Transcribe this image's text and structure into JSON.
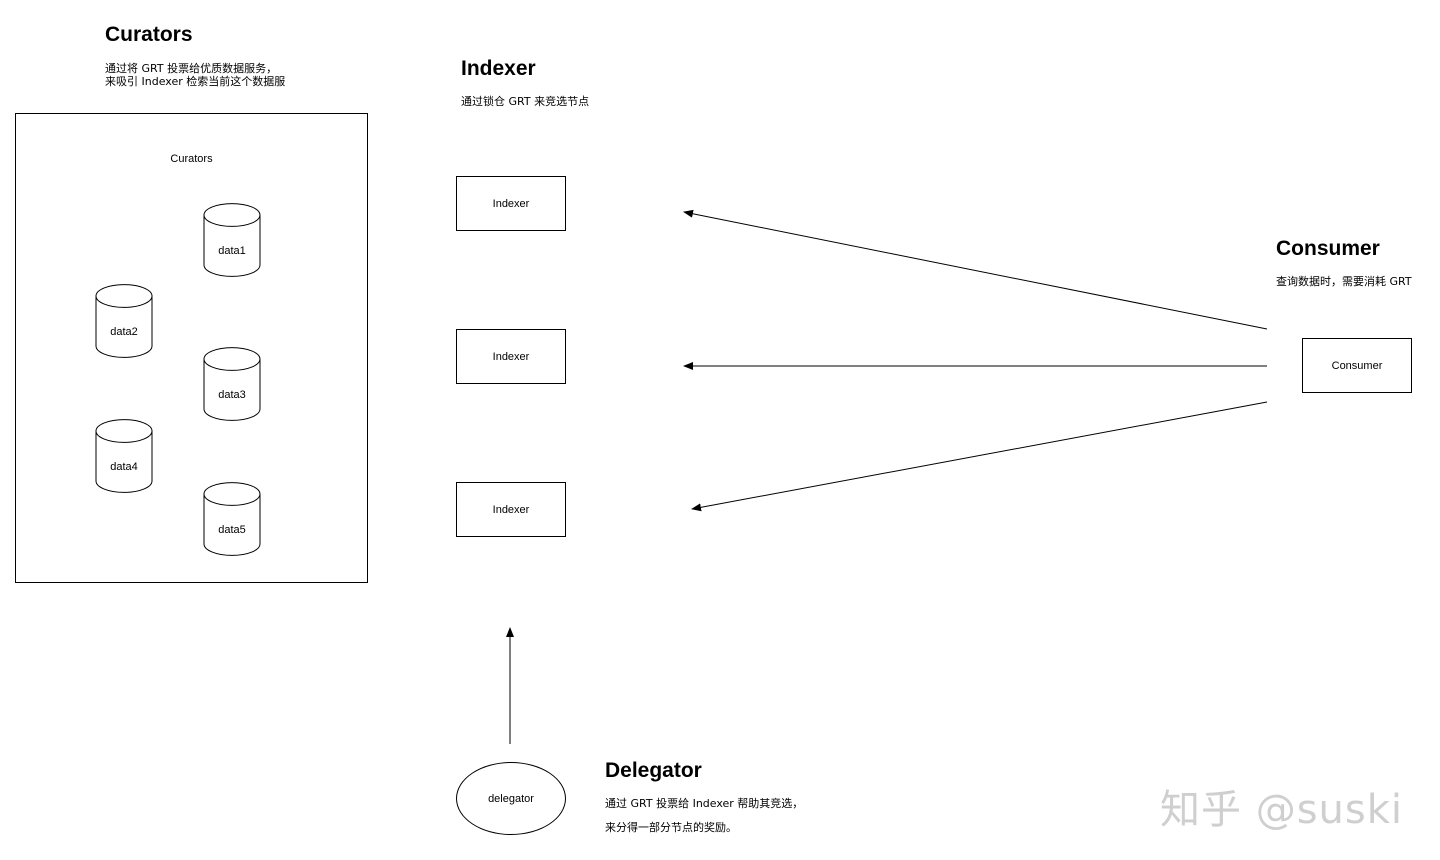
{
  "curators": {
    "heading": "Curators",
    "desc_line1": "通过将 GRT 投票给优质数据服务，",
    "desc_line2": "来吸引 Indexer 检索当前这个数据服",
    "container_title": "Curators",
    "data_nodes": [
      "data1",
      "data2",
      "data3",
      "data4",
      "data5"
    ]
  },
  "indexer": {
    "heading": "Indexer",
    "desc": "通过锁仓 GRT 来竞选节点",
    "nodes": [
      "Indexer",
      "Indexer",
      "Indexer"
    ]
  },
  "consumer": {
    "heading": "Consumer",
    "desc": "查询数据时，需要消耗 GRT",
    "node": "Consumer"
  },
  "delegator": {
    "heading": "Delegator",
    "desc_line1": "通过 GRT 投票给 Indexer 帮助其竞选，",
    "desc_line2": "来分得一部分节点的奖励。",
    "node": "delegator"
  },
  "watermark": "知乎 @suski"
}
